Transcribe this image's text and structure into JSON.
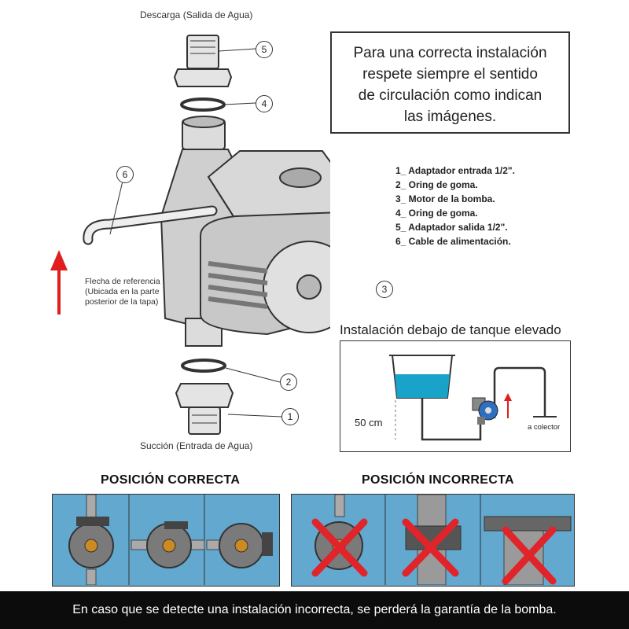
{
  "diagram": {
    "label_top": "Descarga (Salida de Agua)",
    "label_bottom": "Succión (Entrada de Agua)",
    "callouts": [
      "1",
      "2",
      "3",
      "4",
      "5",
      "6"
    ],
    "reference_note": [
      "Flecha de referencia",
      "(Ubicada en la parte",
      "posterior de la tapa)"
    ],
    "arrow_color": "#e01e1e"
  },
  "note": {
    "lines": [
      "Para una correcta instalación",
      "respete siempre el sentido",
      "de circulación como indican",
      "las imágenes."
    ]
  },
  "legend": {
    "items": [
      "1_ Adaptador entrada 1/2\".",
      "2_ Oring de goma.",
      "3_ Motor de la bomba.",
      "4_ Oring de goma.",
      "5_ Adaptador salida 1/2\".",
      "6_ Cable de alimentación."
    ]
  },
  "installation": {
    "title": "Instalación debajo de tanque elevado",
    "height_label": "50 cm",
    "collector_label": "a colector",
    "tank_color": "#1aa3c9"
  },
  "positions": {
    "correct_title": "POSICIÓN CORRECTA",
    "incorrect_title": "POSICIÓN INCORRECTA",
    "panel_bg": "#62a8cf",
    "cross_color": "#e0242a"
  },
  "footer": {
    "text": "En caso que se detecte una instalación incorrecta, se perderá la garantía de la bomba."
  }
}
